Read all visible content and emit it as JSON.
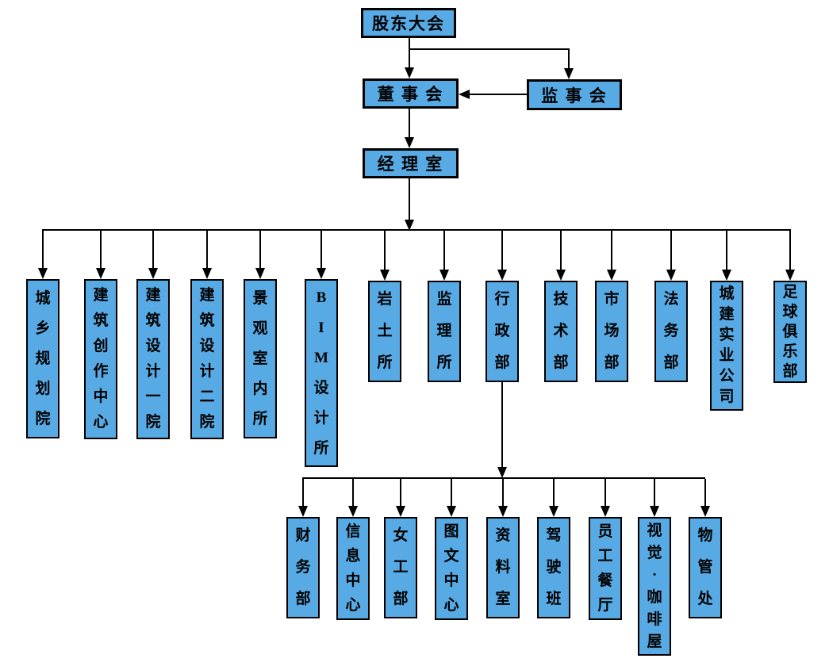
{
  "chart": {
    "type": "org-chart",
    "top": {
      "shareholders": "股东大会",
      "board": "董 事 会",
      "supervisors": "监 事 会",
      "managers": "经 理 室"
    },
    "row1": [
      "城乡规划院",
      "建筑创作中心",
      "建筑设计一院",
      "建筑设计二院",
      "景观室内所",
      "BIM设计所",
      "岩土所",
      "监理所",
      "行政部",
      "技术部",
      "市场部",
      "法务部",
      "城建实业公司",
      "足球俱乐部"
    ],
    "row2": [
      "财务部",
      "信息中心",
      "女工部",
      "图文中心",
      "资料室",
      "驾驶班",
      "员工餐厅",
      "视觉·咖啡屋",
      "物管处"
    ],
    "colors": {
      "node_fill": "#57AAE3",
      "node_border": "#000000",
      "connector": "#000000",
      "background": "#FFFFFF"
    }
  }
}
